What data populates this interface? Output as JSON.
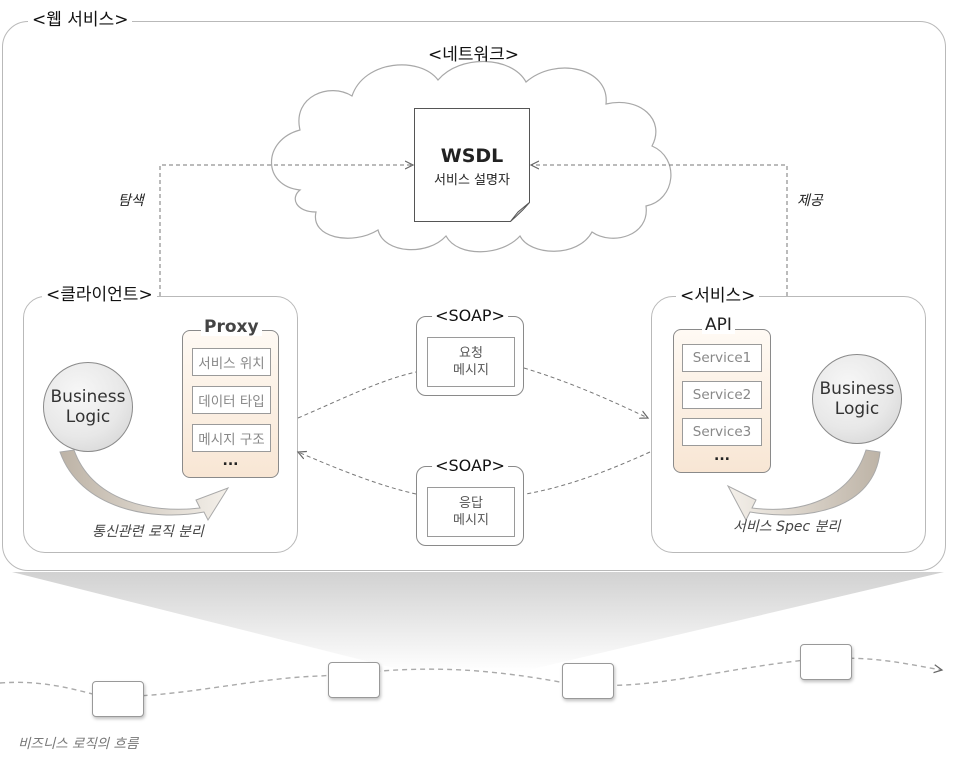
{
  "web_service": {
    "label": "<웹 서비스>",
    "network": {
      "label": "<네트워크>"
    },
    "wsdl": {
      "title": "WSDL",
      "subtitle": "서비스 설명자"
    },
    "discover_label": "탐색",
    "provide_label": "제공",
    "client": {
      "label": "<클라이언트>",
      "business_logic": [
        "Business",
        "Logic"
      ],
      "proxy": {
        "title": "Proxy",
        "items": [
          "서비스 위치",
          "데이터 타입",
          "메시지 구조"
        ],
        "ellipsis": "..."
      },
      "caption": "통신관련 로직 분리"
    },
    "soap_request": {
      "label": "<SOAP>",
      "lines": [
        "요청",
        "메시지"
      ]
    },
    "soap_response": {
      "label": "<SOAP>",
      "lines": [
        "응답",
        "메시지"
      ]
    },
    "service": {
      "label": "<서비스>",
      "api": {
        "title": "API",
        "items": [
          "Service1",
          "Service2",
          "Service3"
        ],
        "ellipsis": "..."
      },
      "business_logic": [
        "Business",
        "Logic"
      ],
      "caption": "서비스 Spec 분리"
    }
  },
  "business_flow": {
    "caption": "비즈니스 로직의 흐름"
  }
}
